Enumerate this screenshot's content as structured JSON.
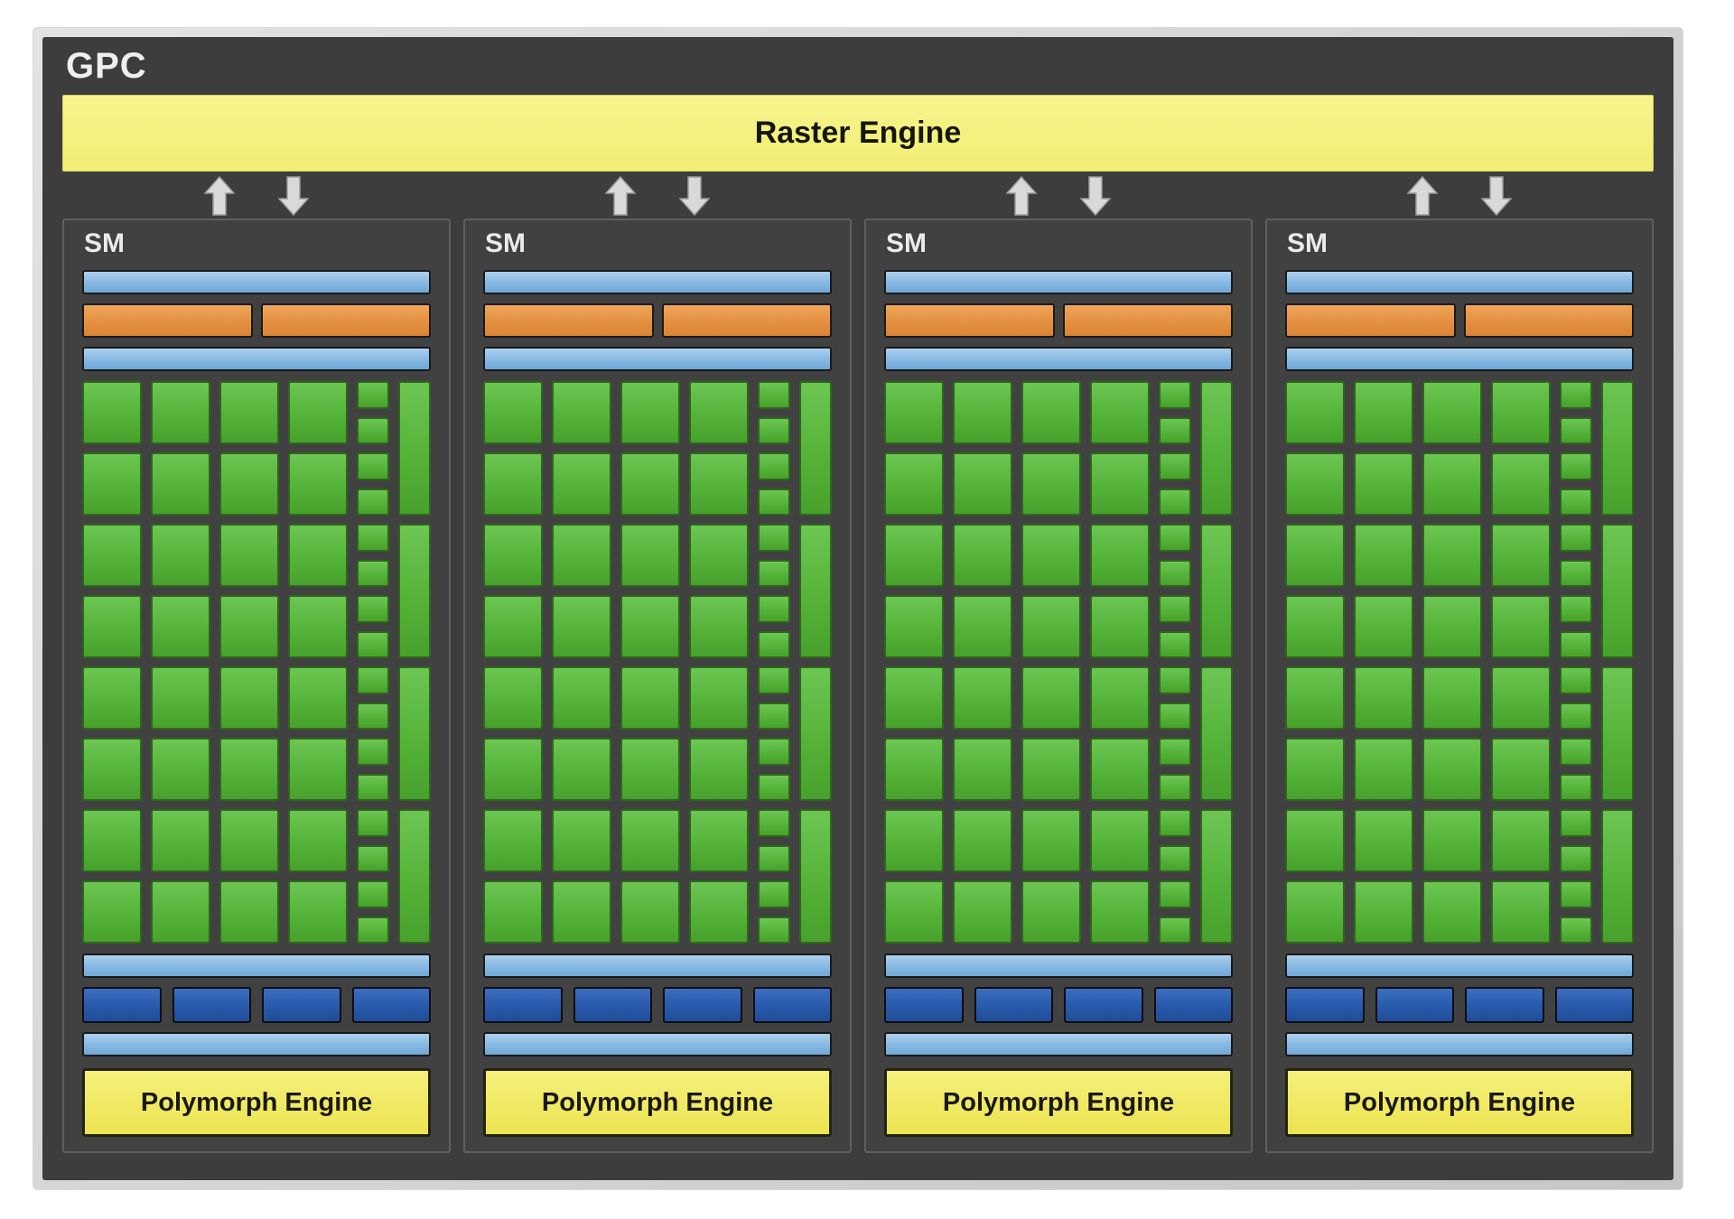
{
  "gpc": {
    "label": "GPC"
  },
  "raster_engine": {
    "label": "Raster Engine"
  },
  "sm": {
    "label": "SM",
    "count": 4,
    "polymorph_label": "Polymorph Engine",
    "structure": {
      "core_rows": 8,
      "core_cols": 4,
      "small_unit_count": 16,
      "tall_unit_count": 4,
      "scheduler_bar_count": 2,
      "texture_unit_count": 4
    }
  },
  "arrows": {
    "per_sm": [
      "up",
      "down"
    ]
  },
  "colors": {
    "frame_gray": "#d2d2d2",
    "panel_dark": "#3d3d3d",
    "raster_yellow": "#f4f180",
    "polymorph_yellow": "#f0ea5f",
    "light_blue": "#8cbce4",
    "scheduler_orange": "#e59243",
    "core_green": "#55b339",
    "texture_blue": "#2a5bad",
    "arrow_gray": "#d9d9d9"
  }
}
